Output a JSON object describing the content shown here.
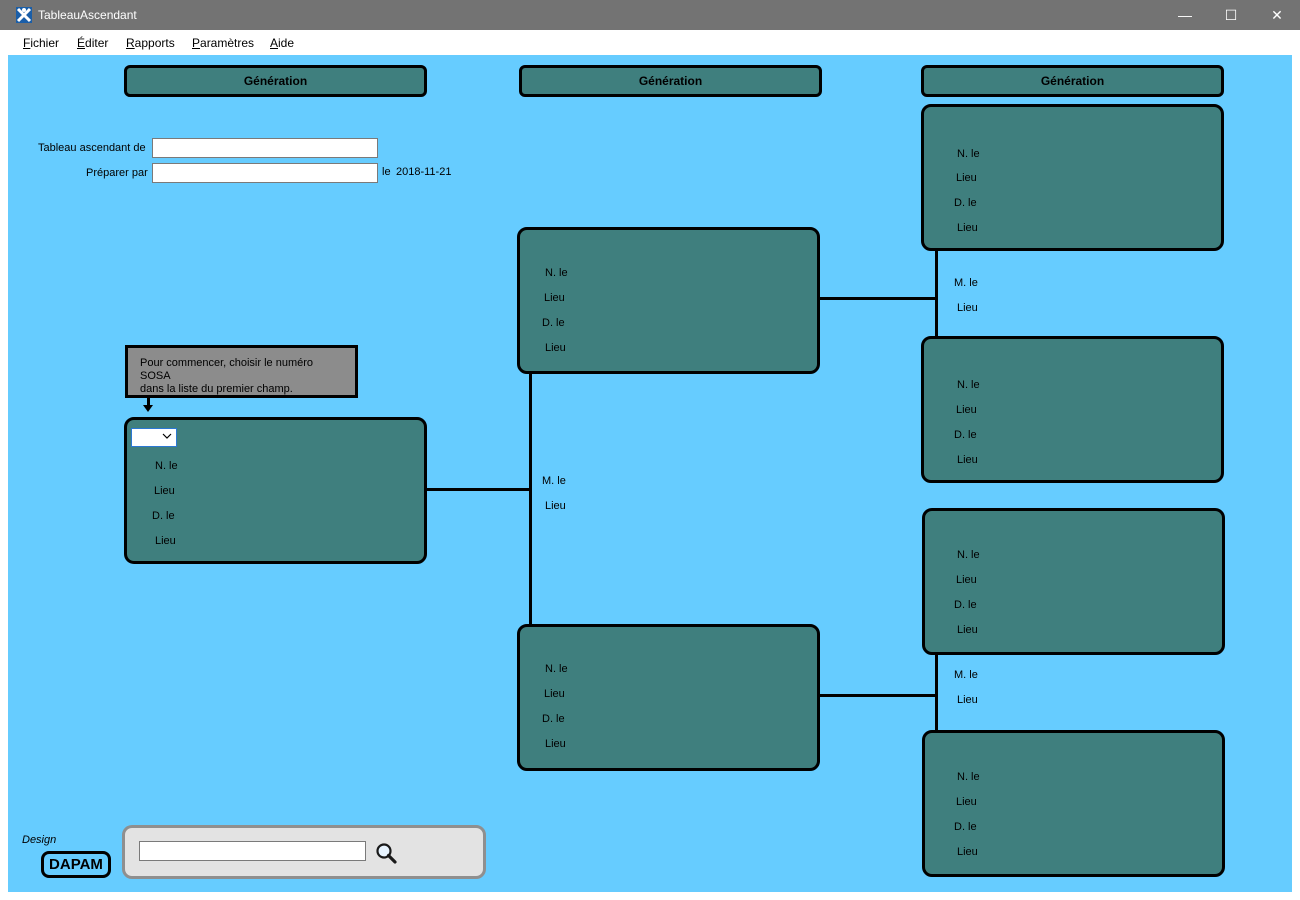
{
  "window": {
    "title": "TableauAscendant",
    "minimize_glyph": "—",
    "maximize_glyph": "☐",
    "close_glyph": "✕"
  },
  "menu": [
    {
      "underline": "F",
      "rest": "ichier"
    },
    {
      "underline": "É",
      "rest": "diter"
    },
    {
      "underline": "R",
      "rest": "apports"
    },
    {
      "underline": "P",
      "rest": "aramètres"
    },
    {
      "underline": "A",
      "rest": "ide"
    }
  ],
  "headers": [
    "Génération",
    "Génération",
    "Génération"
  ],
  "form": {
    "ascendant_label": "Tableau ascendant de",
    "ascendant_value": "",
    "prepared_label": "Préparer par",
    "prepared_value": "",
    "date_prefix": "le",
    "date": "2018-11-21"
  },
  "tooltip": {
    "line1": "Pour commencer, choisir le  numéro SOSA",
    "line2": "dans la liste du premier champ."
  },
  "person_labels": {
    "birth": "N. le",
    "place": "Lieu",
    "death": "D. le"
  },
  "marriage_labels": {
    "date": "M. le",
    "place": "Lieu"
  },
  "sosa_select": {
    "value": ""
  },
  "search": {
    "value": ""
  },
  "design": {
    "label": "Design",
    "logo": "DAPAM"
  },
  "icons": {
    "app": "app-logo-icon",
    "search": "magnifier-icon",
    "dropdown": "chevron-down-icon"
  }
}
